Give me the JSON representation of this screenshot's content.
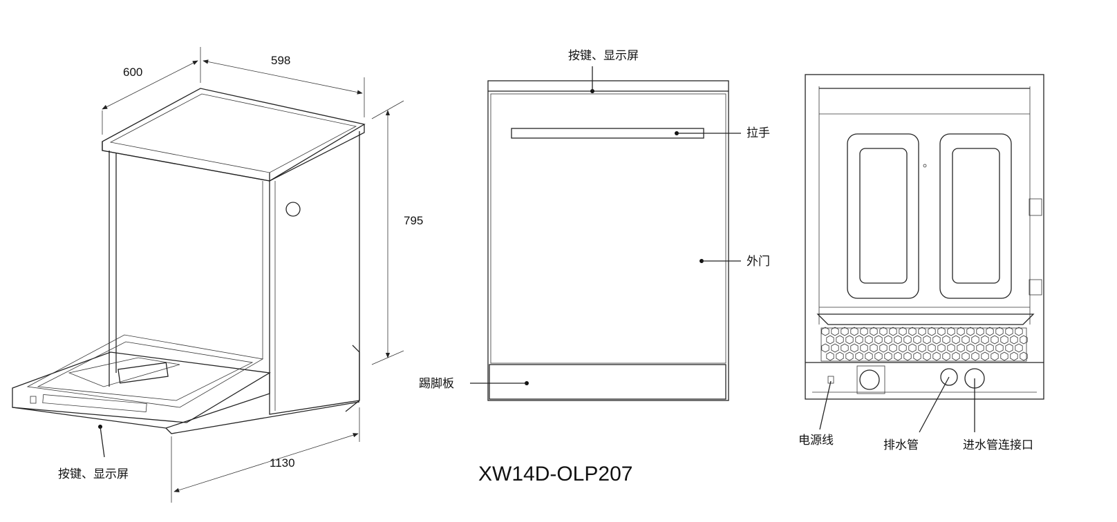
{
  "left_view": {
    "dim_depth": "600",
    "dim_width": "598",
    "dim_height": "795",
    "dim_open_depth": "1130",
    "label_controls": "按键、显示屏"
  },
  "front_view": {
    "label_controls": "按键、显示屏",
    "label_handle": "拉手",
    "label_door": "外门",
    "label_kickplate": "踢脚板"
  },
  "back_view": {
    "label_power_cord": "电源线",
    "label_drain_hose": "排水管",
    "label_inlet": "进水管连接口"
  },
  "model": "XW14D-OLP207"
}
